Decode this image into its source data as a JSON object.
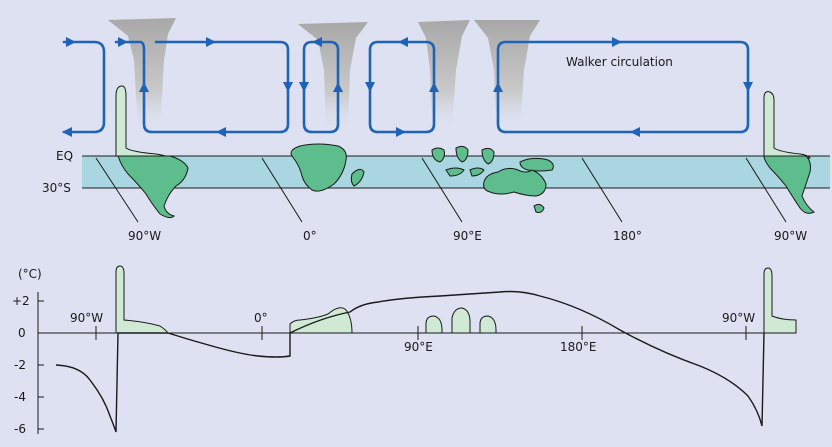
{
  "top_panel": {
    "title": "Walker circulation",
    "lat_labels": [
      "EQ",
      "30°S"
    ],
    "lon_labels": [
      "90°W",
      "0°",
      "90°E",
      "180°",
      "90°W"
    ]
  },
  "bottom_panel": {
    "unit": "(°C)",
    "y_ticks": [
      "+2",
      "0",
      "-2",
      "-4",
      "-6"
    ],
    "lon_labels": [
      "90°W",
      "0°",
      "90°E",
      "180°E",
      "90°W"
    ]
  },
  "colors": {
    "background": "#dde1f1",
    "walker_loops": "#1f63b8",
    "ocean_band": "#a9d6e0",
    "land": "#5ebd8d",
    "land_light": "#cfe9d5",
    "cloud": "#9a9a9a"
  }
}
